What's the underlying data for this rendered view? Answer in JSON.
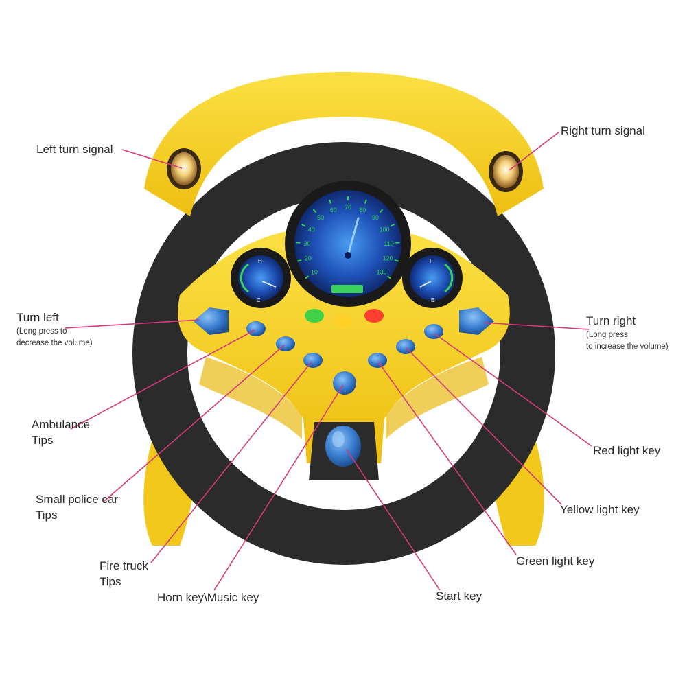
{
  "colors": {
    "leader": "#d6387a",
    "yellow": "#f5cf20",
    "yellow_dark": "#dcae10",
    "rim_black": "#2b2b2b",
    "button_blue": "#3a7fd0",
    "dial_blue": "#1c3f9c"
  },
  "speedometer": {
    "ticks": [
      "10",
      "20",
      "30",
      "40",
      "50",
      "60",
      "70",
      "80",
      "90",
      "100",
      "110",
      "120",
      "130"
    ]
  },
  "gauges": {
    "left": {
      "top": "H",
      "bottom": "C"
    },
    "right": {
      "top": "F",
      "bottom": "E"
    }
  },
  "callouts": {
    "left_turn_signal": "Left turn signal",
    "right_turn_signal": "Right turn signal",
    "turn_left": {
      "title": "Turn left",
      "note_1": "(Long press to",
      "note_2": "decrease the volume)"
    },
    "turn_right": {
      "title": "Turn right",
      "note_1": "(Long press",
      "note_2": "to increase the volume)"
    },
    "ambulance": {
      "line1": "Ambulance",
      "line2": "Tips"
    },
    "police": {
      "line1": "Small police car",
      "line2": "Tips"
    },
    "fire_truck": {
      "line1": "Fire truck",
      "line2": "Tips"
    },
    "horn": "Horn key\\Music key",
    "start": "Start key",
    "green_light": "Green light key",
    "yellow_light": "Yellow light key",
    "red_light": "Red light key"
  }
}
